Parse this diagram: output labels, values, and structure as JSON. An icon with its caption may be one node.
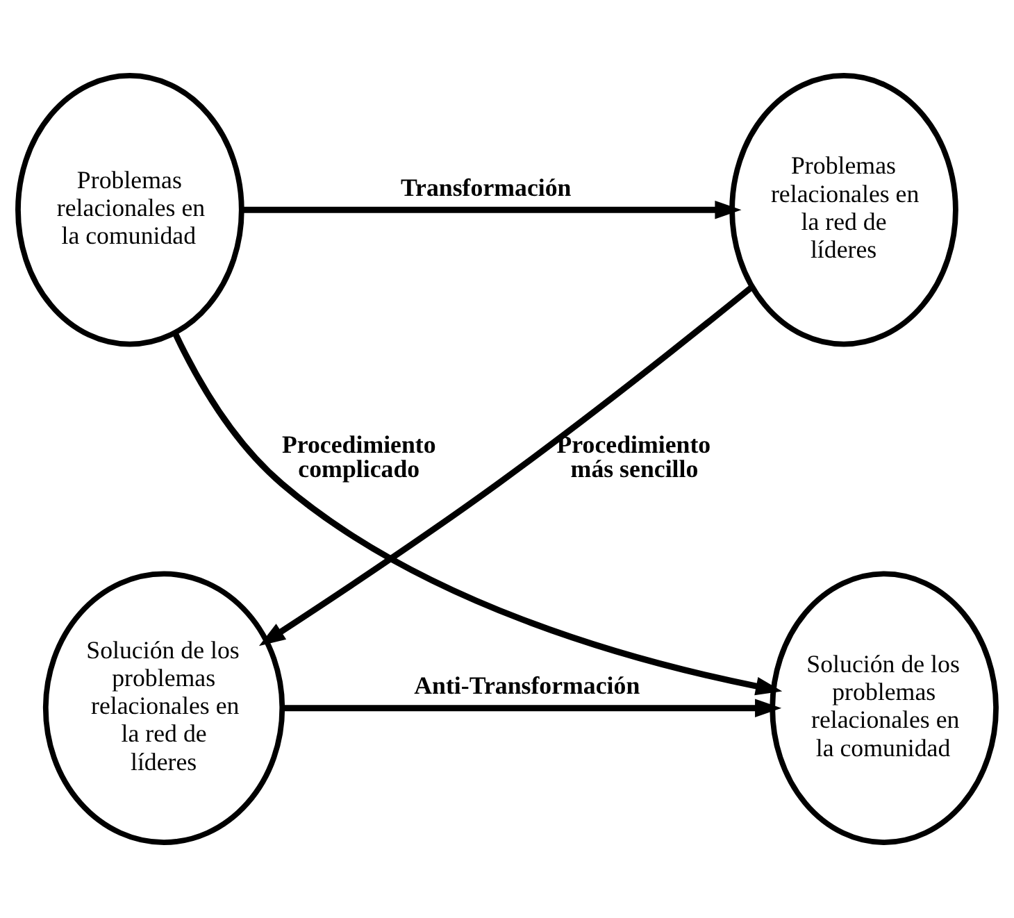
{
  "diagram": {
    "nodes": [
      {
        "text": [
          "Problemas relacionales en la comunidad"
        ]
      },
      {
        "text": [
          "Problemas relacionales en la red de líderes"
        ]
      },
      {
        "text": [
          "Solución de los problemas relacionales en la comunidad"
        ]
      },
      {
        "text": [
          "Solución de los problemas relacionales en la red de líderes"
        ]
      }
    ],
    "edges": [
      {
        "from": 0,
        "to": 1,
        "arrow": "to",
        "label": "Transformación"
      },
      {
        "from": 0,
        "to": 2,
        "arrow": "to",
        "label": "Procedimiento complicado"
      },
      {
        "from": 1,
        "to": 3,
        "arrow": "to",
        "label": "Procedimiento más sencillo"
      },
      {
        "from": 3,
        "to": 2,
        "arrow": "to",
        "label": "Anti-Transformación"
      }
    ]
  }
}
